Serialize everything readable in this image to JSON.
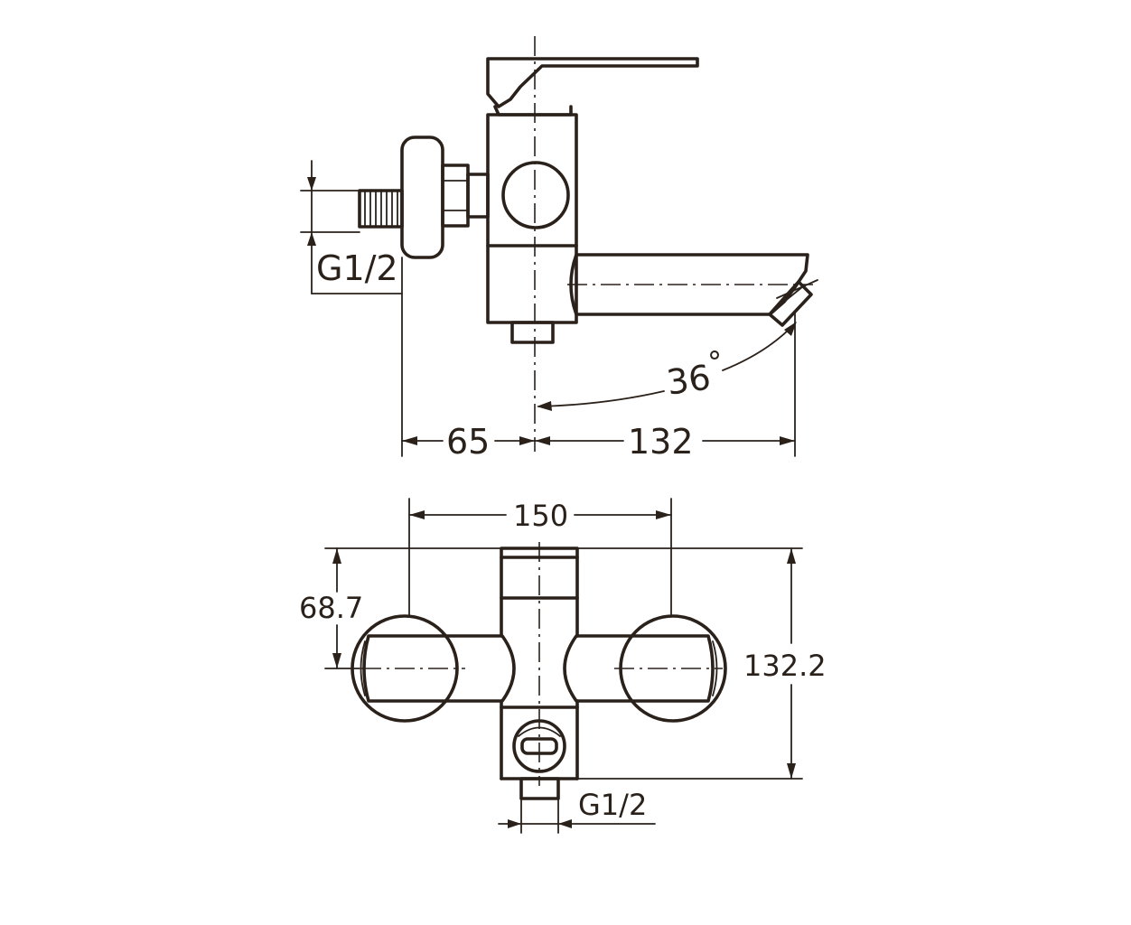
{
  "side_view": {
    "thread_label": "G1/2",
    "dim_left": "65",
    "dim_right": "132",
    "angle": "36",
    "angle_unit": "°"
  },
  "top_view": {
    "dim_width": "150",
    "dim_offset": "68.7",
    "dim_depth": "132.2",
    "outlet_label": "G1/2"
  },
  "colors": {
    "line": "#2a211b",
    "background": "#ffffff"
  }
}
